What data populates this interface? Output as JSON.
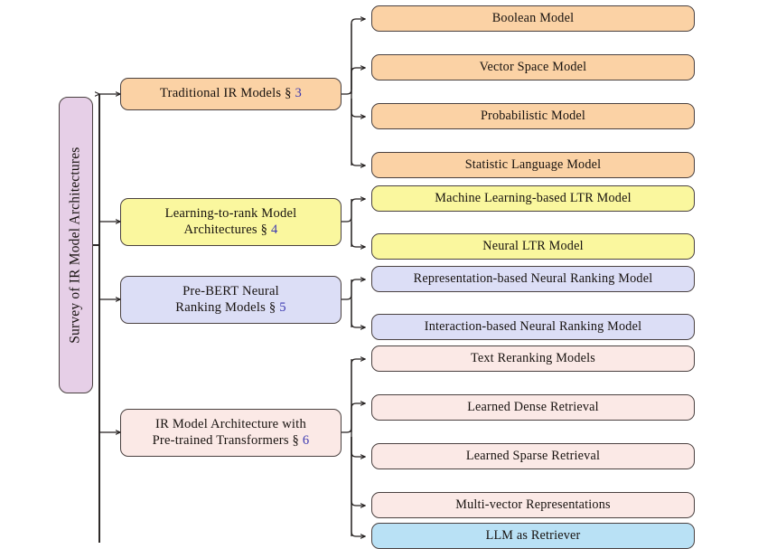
{
  "diagram": {
    "type": "tree",
    "title": "Survey of IR Model Architectures",
    "orientation": "left-to-right",
    "colors": {
      "root": "#e6cfe7",
      "traditional": "#fbd2a5",
      "ltr": "#faf79e",
      "prebert": "#dcdef6",
      "transformer": "#fbe9e6",
      "llm": "#b9e1f5",
      "edge": "#231f1e",
      "border": "#4a4140",
      "section_link": "#3b38b0"
    }
  },
  "root": {
    "label": "Survey of IR Model Architectures"
  },
  "branches": [
    {
      "key": "traditional",
      "label_line1": "Traditional IR Models § 3",
      "label_text": "Traditional IR Models § 3",
      "section": "3",
      "color": "#fbd2a5",
      "children": [
        {
          "label": "Boolean Model"
        },
        {
          "label": "Vector Space Model"
        },
        {
          "label": "Probabilistic Model"
        },
        {
          "label": "Statistic Language Model"
        }
      ]
    },
    {
      "key": "ltr",
      "label_line1": "Learning-to-rank Model",
      "label_line2": "Architectures § 4",
      "label_text": "Learning-to-rank Model\nArchitectures § 4",
      "section": "4",
      "color": "#faf79e",
      "children": [
        {
          "label": "Machine Learning-based LTR Model"
        },
        {
          "label": "Neural LTR Model"
        }
      ]
    },
    {
      "key": "prebert",
      "label_line1": "Pre-BERT Neural",
      "label_line2": "Ranking Models § 5",
      "label_text": "Pre-BERT Neural\nRanking Models § 5",
      "section": "5",
      "color": "#dcdef6",
      "children": [
        {
          "label": "Representation-based Neural Ranking Model"
        },
        {
          "label": "Interaction-based Neural Ranking Model"
        }
      ]
    },
    {
      "key": "transformer",
      "label_line1": "IR Model Architecture with",
      "label_line2": "Pre-trained Transformers § 6",
      "label_text": "IR Model Architecture with\nPre-trained Transformers § 6",
      "section": "6",
      "color": "#fbe9e6",
      "children": [
        {
          "label": "Text Reranking Models"
        },
        {
          "label": "Learned Dense Retrieval"
        },
        {
          "label": "Learned Sparse Retrieval"
        },
        {
          "label": "Multi-vector Representations"
        },
        {
          "label": "LLM as Retriever"
        }
      ]
    }
  ],
  "leaves": {
    "boolean": "Boolean Model",
    "vector_space": "Vector Space Model",
    "probabilistic": "Probabilistic Model",
    "statistic_language": "Statistic Language Model",
    "ml_ltr": "Machine Learning-based LTR Model",
    "neural_ltr": "Neural LTR Model",
    "representation_based": "Representation-based Neural Ranking Model",
    "interaction_based": "Interaction-based Neural Ranking Model",
    "text_reranking": "Text Reranking Models",
    "learned_dense": "Learned Dense Retrieval",
    "learned_sparse": "Learned Sparse Retrieval",
    "multi_vector": "Multi-vector Representations",
    "llm_as_retriever": "LLM as Retriever"
  },
  "nodes": {
    "traditional_pre": "Traditional IR Models § ",
    "traditional_sec": "3",
    "ltr_l1": "Learning-to-rank Model",
    "ltr_l2_pre": "Architectures § ",
    "ltr_sec": "4",
    "prebert_l1": "Pre-BERT Neural",
    "prebert_l2_pre": "Ranking Models § ",
    "prebert_sec": "5",
    "transformer_l1": "IR Model Architecture with",
    "transformer_l2_pre": "Pre-trained Transformers § ",
    "transformer_sec": "6"
  }
}
